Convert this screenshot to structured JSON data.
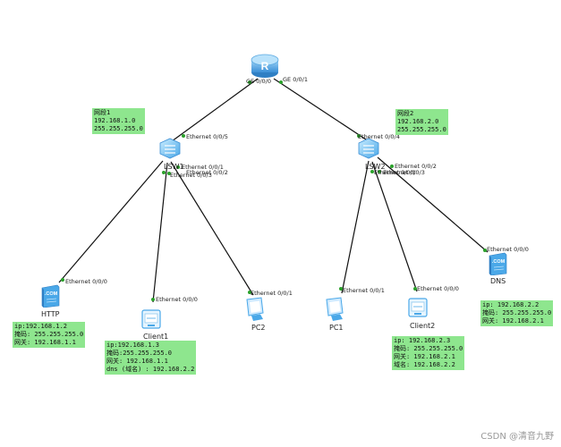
{
  "colors": {
    "note_bg": "#8ee68e",
    "link": "#111111",
    "device": "#4aa8e8",
    "port_dot": "#2aa12a"
  },
  "devices": {
    "router": {
      "icon": "router-icon",
      "label": "R"
    },
    "lsw1": {
      "label": "LSW1",
      "icon": "switch-icon"
    },
    "lsw2": {
      "label": "LSW2",
      "icon": "switch-icon"
    },
    "http": {
      "label": "HTTP",
      "icon": "server-icon",
      "badge": ".COM"
    },
    "client1": {
      "label": "Client1",
      "icon": "client-icon"
    },
    "pc2": {
      "label": "PC2",
      "icon": "pc-icon"
    },
    "pc1": {
      "label": "PC1",
      "icon": "pc-icon"
    },
    "client2": {
      "label": "Client2",
      "icon": "client-icon"
    },
    "dns": {
      "label": "DNS",
      "icon": "server-icon",
      "badge": ".COM"
    }
  },
  "ports": {
    "r_ge000": "GE 0/0/0",
    "r_ge001": "GE 0/0/1",
    "lsw1_e005": "Ethernet 0/0/5",
    "lsw1_e001": "Ethernet 0/0/1",
    "lsw1_e002": "Ethernet 0/0/2",
    "lsw1_e003": "Ethernet 0/0/3",
    "lsw2_e004": "Ethernet 0/0/4",
    "lsw2_e002": "Ethernet 0/0/2",
    "lsw2_e001": "Ethernet 0/0/1",
    "lsw2_e003": "Ethernet 0/0/3",
    "http_e000": "Ethernet 0/0/0",
    "client1_e000": "Ethernet 0/0/0",
    "pc2_e001": "Ethernet 0/0/1",
    "pc1_e001": "Ethernet 0/0/1",
    "client2_e000": "Ethernet 0/0/0",
    "dns_e000": "Ethernet 0/0/0"
  },
  "notes": {
    "segment1": [
      "网段1",
      "192.168.1.0",
      "255.255.255.0"
    ],
    "segment2": [
      "网段2",
      "192.168.2.0",
      "255.255.255.0"
    ],
    "http": [
      "ip:192.168.1.2",
      "掩码: 255.255.255.0",
      "网关: 192.168.1.1"
    ],
    "client1": [
      "ip:192.168.1.3",
      "掩码:255.255.255.0",
      "网关: 192.168.1.1",
      "dns (域名) : 192.168.2.2"
    ],
    "client2": [
      "ip: 192.168.2.3",
      "掩码: 255.255.255.0",
      "网关: 192.168.2.1",
      "域名: 192.168.2.2"
    ],
    "dns": [
      "ip: 192.168.2.2",
      "掩码: 255.255.255.0",
      "网关: 192.168.2.1"
    ]
  },
  "watermark": "CSDN @清音九野"
}
